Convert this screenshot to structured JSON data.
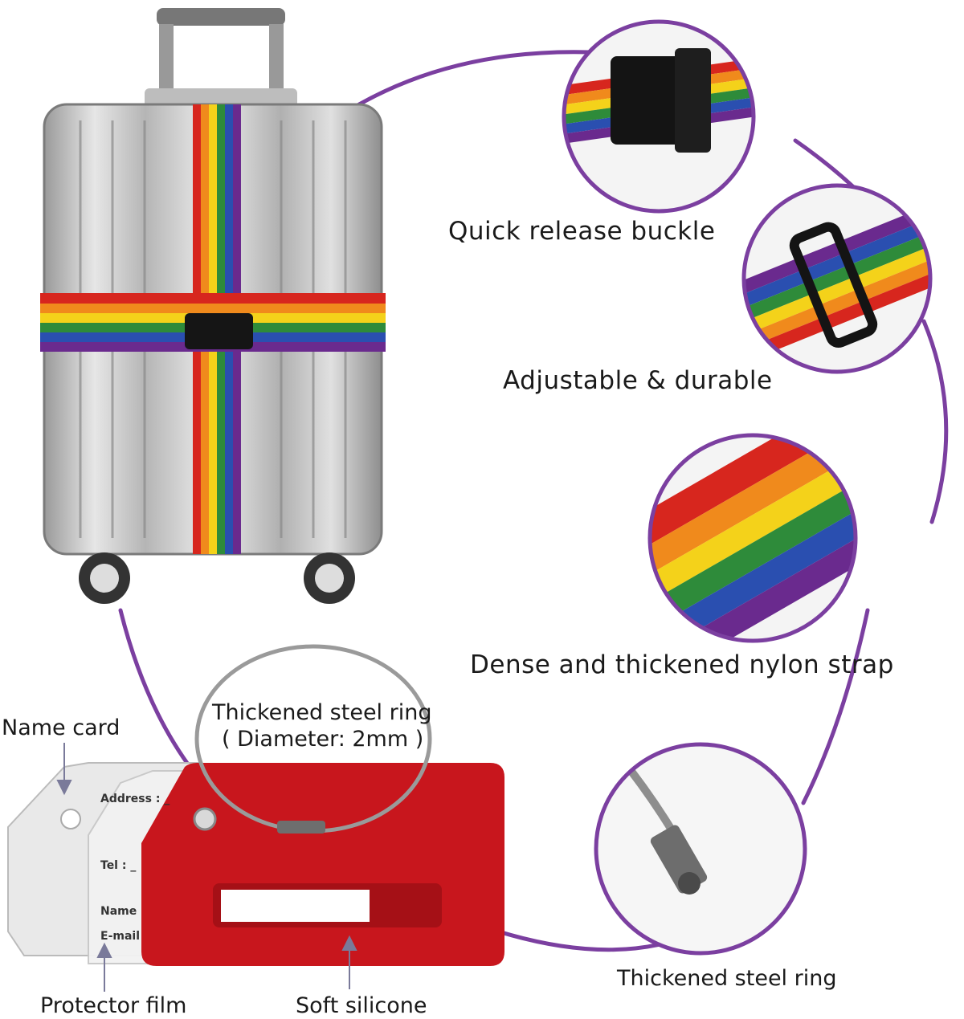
{
  "features": {
    "buckle": "Quick release buckle",
    "adjustable": "Adjustable & durable",
    "nylon": "Dense and thickened nylon strap",
    "ring": "Thickened steel ring"
  },
  "tag": {
    "ring_title": "Thickened steel ring",
    "ring_diameter": "( Diameter: 2mm )",
    "name_card": "Name card",
    "protector_film": "Protector film",
    "soft_silicone": "Soft silicone"
  },
  "card_fields": {
    "address": "Address : _",
    "tel": "Tel : _",
    "name": "Name",
    "email": "E-mail"
  },
  "colors": {
    "accent": "#7b3fa0",
    "tag_red": "#c8161d",
    "rainbow": [
      "#d7261e",
      "#f08a1c",
      "#f4d21a",
      "#2e8b3a",
      "#2a4fb0",
      "#6a2a8e"
    ]
  }
}
